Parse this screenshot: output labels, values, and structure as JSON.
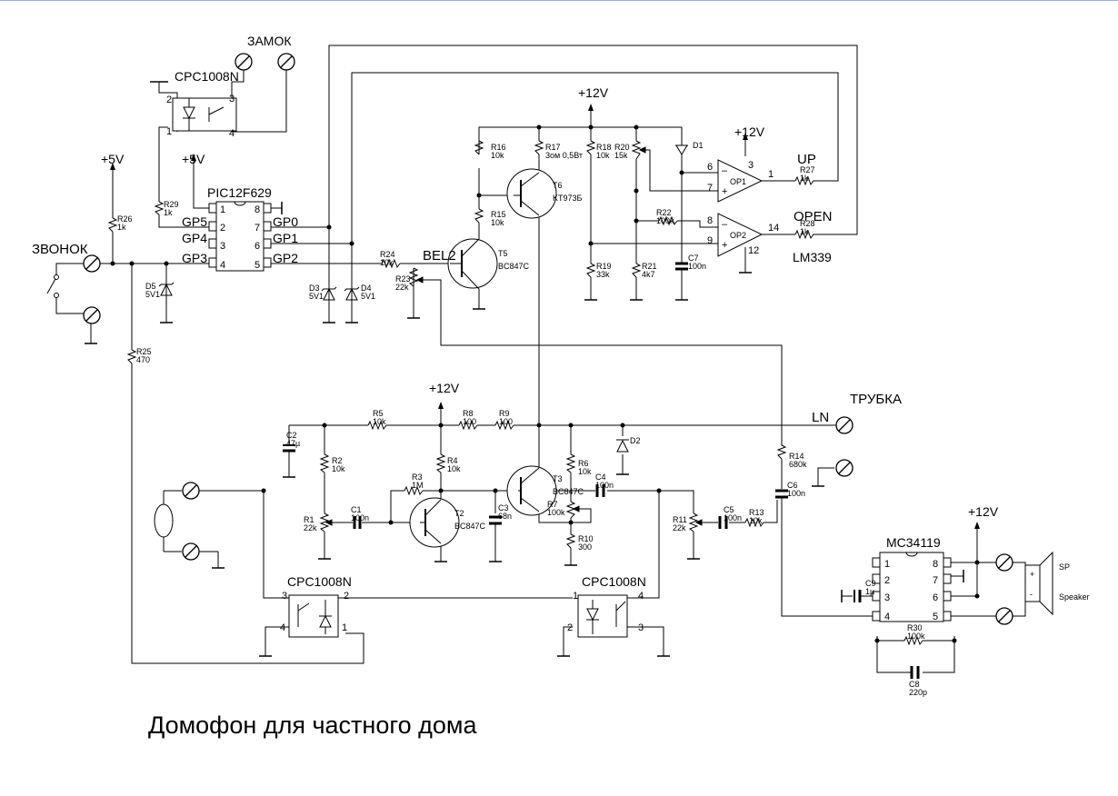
{
  "caption": "Домофон для частного дома",
  "nets": {
    "zvonok": "ЗВОНОК",
    "zamok": "ЗАМОК",
    "trubka": "ТРУБКА",
    "ln": "LN",
    "up": "UP",
    "open": "OPEN",
    "bel2": "BEL2",
    "lm339": "LM339",
    "p12v_1": "+12V",
    "p12v_2": "+12V",
    "p12v_3": "+12V",
    "p12v_4": "+12V",
    "p5v_1": "+5V",
    "p5v_2": "+5V",
    "sp": "SP",
    "speaker": "Speaker"
  },
  "ics": {
    "pic": {
      "name": "PIC12F629",
      "pins_left": [
        "1",
        "2",
        "3",
        "4"
      ],
      "pins_right": [
        "8",
        "7",
        "6",
        "5"
      ],
      "gp_left": [
        "GP5",
        "GP4",
        "GP3"
      ],
      "gp_right": [
        "GP0",
        "GP1",
        "GP2"
      ]
    },
    "mc": {
      "name": "MC34119",
      "pins_left": [
        "1",
        "2",
        "3",
        "4"
      ],
      "pins_right": [
        "8",
        "7",
        "6",
        "5"
      ]
    },
    "cpc_top": "CPC1008N",
    "cpc_left": "CPC1008N",
    "cpc_right": "CPC1008N",
    "op1": "OP1",
    "op2": "OP2"
  },
  "opamp_pins": {
    "p6": "6",
    "p7": "7",
    "p3": "3",
    "p1": "1",
    "p8": "8",
    "p9": "9",
    "p14": "14",
    "p12": "12"
  },
  "relay_pins": {
    "top": {
      "a": "2",
      "b": "3",
      "c": "1",
      "d": "4"
    },
    "left": {
      "a": "3",
      "b": "2",
      "c": "4",
      "d": "1"
    },
    "right": {
      "a": "1",
      "b": "4",
      "c": "2",
      "d": "3"
    }
  },
  "components": {
    "R1": [
      "R1",
      "22k"
    ],
    "R2": [
      "R2",
      "10k"
    ],
    "R3": [
      "R3",
      "1M"
    ],
    "R4": [
      "R4",
      "10k"
    ],
    "R5": [
      "R5",
      "10k"
    ],
    "R6": [
      "R6",
      "10k"
    ],
    "R7": [
      "R7",
      "100k"
    ],
    "R8": [
      "R8",
      "100"
    ],
    "R9": [
      "R9",
      "100"
    ],
    "R10": [
      "R10",
      "300"
    ],
    "R11": [
      "R11",
      "22k"
    ],
    "R13": [
      "R13",
      "10k"
    ],
    "R14": [
      "R14",
      "680k"
    ],
    "R15": [
      "R15",
      "10k"
    ],
    "R16": [
      "R16",
      "10k"
    ],
    "R17": [
      "R17",
      "3ом 0,5Вт"
    ],
    "R18": [
      "R18",
      "10k"
    ],
    "R19": [
      "R19",
      "33k"
    ],
    "R20": [
      "R20",
      "15k"
    ],
    "R21": [
      "R21",
      "4k7"
    ],
    "R22": [
      "R22",
      "100k"
    ],
    "R23": [
      "R23",
      "22k"
    ],
    "R24": [
      "R24",
      "10k"
    ],
    "R25": [
      "R25",
      "470"
    ],
    "R26": [
      "R26",
      "1k"
    ],
    "R27": [
      "R27",
      "1k"
    ],
    "R28": [
      "R28",
      "1k"
    ],
    "R29": [
      "R29",
      "1k"
    ],
    "R30": [
      "R30",
      "100k"
    ],
    "C1": [
      "C1",
      "100n"
    ],
    "C2": [
      "C2",
      "47µ"
    ],
    "C3": [
      "C3",
      "68n"
    ],
    "C4": [
      "C4",
      "100n"
    ],
    "C5": [
      "C5",
      "100n"
    ],
    "C6": [
      "C6",
      "100n"
    ],
    "C7": [
      "C7",
      "100n"
    ],
    "C8": [
      "C8",
      "220p"
    ],
    "C9": [
      "C9",
      "1µ"
    ],
    "D1": [
      "D1",
      ""
    ],
    "D2": [
      "D2",
      ""
    ],
    "D3": [
      "D3",
      "5V1"
    ],
    "D4": [
      "D4",
      "5V1"
    ],
    "D5": [
      "D5",
      "5V1"
    ],
    "T2": [
      "T2",
      "BC847C"
    ],
    "T3": [
      "T3",
      "BC847C"
    ],
    "T5": [
      "T5",
      "BC847C"
    ],
    "T6": [
      "T6",
      "KT973Б"
    ]
  }
}
